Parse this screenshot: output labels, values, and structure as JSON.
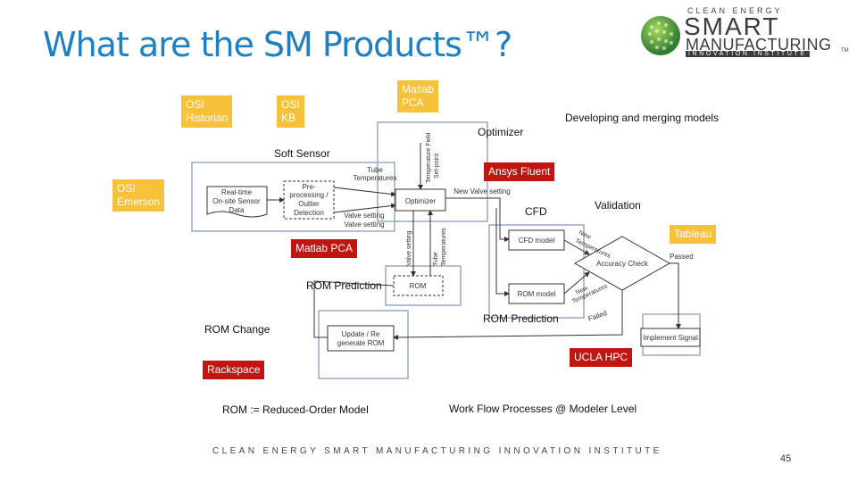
{
  "title": "What are the SM Products™?",
  "logo": {
    "top": "CLEAN ENERGY",
    "smart": "SMART",
    "manufacturing": "MANUFACTURING",
    "institute": "INNOVATION INSTITUTE",
    "tm": "TM"
  },
  "labels": {
    "osi_historian": "OSI\nHistorian",
    "osi_kb": "OSI\nKB",
    "matlab_pca_top": "Matlab\nPCA",
    "optimizer": "Optimizer",
    "developing": "Developing and merging models",
    "soft_sensor": "Soft Sensor",
    "ansys_fluent": "Ansys Fluent",
    "osi_emerson": "OSI\nEmerson",
    "cfd": "CFD",
    "validation": "Validation",
    "tableau": "Tableau",
    "matlab_pca": "Matlab PCA",
    "rom_prediction_1": "ROM Prediction",
    "rom_prediction_2": "ROM Prediction",
    "rom_change": "ROM Change",
    "ucla_hpc": "UCLA HPC",
    "rackspace": "Rackspace",
    "rom_definition": "ROM := Reduced-Order Model",
    "workflow": "Work Flow Processes @ Modeler Level"
  },
  "diagram": {
    "realtime": [
      "Real-time",
      "On-site Sensor",
      "Data"
    ],
    "preprocessing": [
      "Pre-",
      "processing /",
      "Outlier",
      "Detection"
    ],
    "optimizer_box": "Optimizer",
    "rom_box": "ROM",
    "cfd_model": "CFD model",
    "rom_model": "ROM model",
    "accuracy_check": "Accuracy Check",
    "update": [
      "Update / Re",
      "generate ROM"
    ],
    "implement": "Implement Signal",
    "tube_temps": [
      "Tube",
      "Temperatures"
    ],
    "valve_setting": "Valve setting",
    "valve_setting_2": "Valve setting",
    "new_valve_setting": "New Valve setting",
    "temp_field": [
      "Temperature Field",
      "Set-point"
    ],
    "valve_setting_v": "Valve setting",
    "tube_temps_v": [
      "Tube",
      "Temperatures"
    ],
    "new_temps_1": [
      "New",
      "Temperatures"
    ],
    "new_temps_2": [
      "New",
      "Temperatures"
    ],
    "passed": "Passed",
    "failed": "Failed"
  },
  "footer": "CLEAN ENERGY SMART MANUFACTURING INNOVATION INSTITUTE",
  "page_number": "45",
  "colors": {
    "title": "#1f7fc1",
    "orange": "#f7c13a",
    "red": "#c11512",
    "blue": "#1f6fb8",
    "flow_box": "#98a9c6"
  }
}
